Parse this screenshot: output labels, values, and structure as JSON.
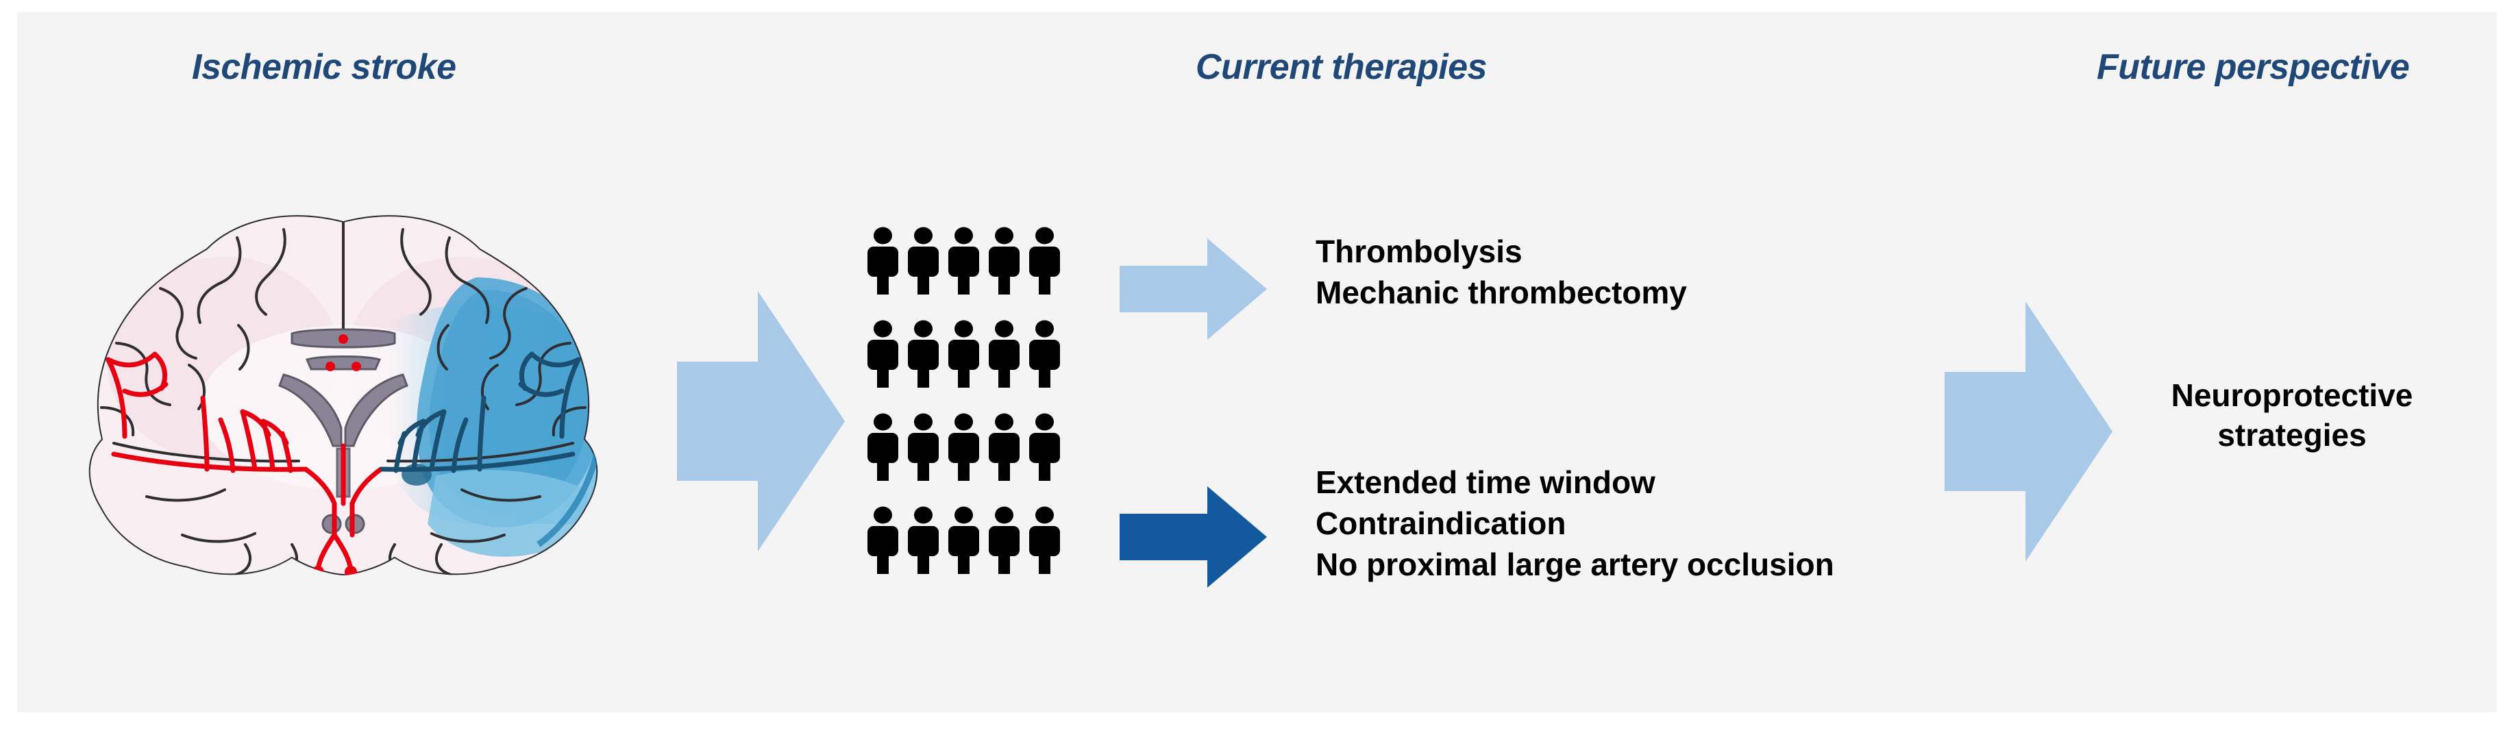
{
  "figure": {
    "background_color": "#ffffff",
    "panel_color": "#f4f4f4",
    "title_color": "#1f4878",
    "accent_light_blue": "#a9c9e8",
    "accent_dark_blue": "#12599f",
    "text_color": "#000000"
  },
  "columns": {
    "left_title": "Ischemic stroke",
    "middle_title": "Current therapies",
    "right_title": "Future perspective"
  },
  "brain": {
    "label": "coronal-brain-section",
    "tissue_color": "#f7e4e8",
    "gyri_outline_color": "#2b2b2b",
    "ventricle_color": "#8a8596",
    "artery_color": "#e60012",
    "ischemic_core_color": "#4ba3d3",
    "penumbra_color": "#a9d7ef",
    "ischemic_vessel_color": "#1b4f72"
  },
  "people": {
    "icon_name": "person-icon",
    "icon_color": "#000000",
    "rows": 4,
    "per_row": 5,
    "total": 20,
    "row_labels": [
      "patients-row-1",
      "patients-row-2",
      "patients-row-3",
      "patients-row-4"
    ]
  },
  "arrows": {
    "stroke_to_patients": {
      "name": "stroke-to-patients-arrow",
      "color": "#a9c9e8",
      "direction": "right"
    },
    "to_thrombolysis": {
      "name": "to-thrombolysis-arrow",
      "color": "#a9c9e8",
      "direction": "right"
    },
    "to_limitations": {
      "name": "to-limitations-arrow",
      "color": "#12599f",
      "direction": "right"
    },
    "to_future": {
      "name": "to-future-arrow",
      "color": "#a9c9e8",
      "direction": "right"
    }
  },
  "therapies": {
    "line1": "Thrombolysis",
    "line2": "Mechanic thrombectomy"
  },
  "limitations": {
    "line1": "Extended time window",
    "line2": "Contraindication",
    "line3": "No proximal large artery occlusion"
  },
  "future": {
    "line1": "Neuroprotective",
    "line2": "strategies"
  }
}
